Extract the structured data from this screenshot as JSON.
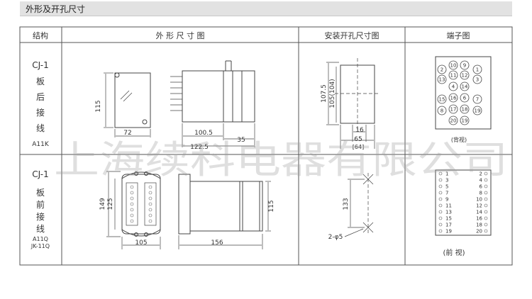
{
  "section_title": "外形及开孔尺寸",
  "columns": {
    "structure": "结构",
    "outline": "外 形 尺 寸 图",
    "hole": "安装开孔尺寸图",
    "terminal": "端子图"
  },
  "rows": [
    {
      "model": "CJ-1",
      "wiring": [
        "板",
        "后",
        "接",
        "线"
      ],
      "codes": [
        "A11K"
      ],
      "dims": {
        "d115": "115",
        "d72": "72",
        "d100_5": "100.5",
        "d35": "35",
        "d122_5": "122.5",
        "d107_5": "107.5",
        "d105_104": "105(104)",
        "d16": "16",
        "d65": "65",
        "d64": "[64]"
      },
      "terminal_labels": [
        "2",
        "10",
        "9",
        "1",
        "11",
        "12",
        "13",
        "3",
        "4",
        "14",
        "15",
        "16",
        "6",
        "7",
        "8",
        "17",
        "18",
        "19",
        "20",
        "19"
      ],
      "terminal_caption": "(背视)"
    },
    {
      "model": "CJ-1",
      "wiring": [
        "板",
        "前",
        "接",
        "线"
      ],
      "codes": [
        "A11Q",
        "JK-11Q"
      ],
      "dims": {
        "d149": "149",
        "d125": "125",
        "d105": "105",
        "d156": "156",
        "d115": "115",
        "d133": "133",
        "hole": "2-φ5"
      },
      "terminal_left": [
        "1",
        "3",
        "5",
        "7",
        "9",
        "11",
        "13",
        "15",
        "17",
        "19"
      ],
      "terminal_right": [
        "2",
        "4",
        "6",
        "8",
        "10",
        "12",
        "14",
        "16",
        "18",
        "20"
      ],
      "terminal_caption": "(前 视)"
    }
  ],
  "watermark": "上海续科电器有限公司"
}
